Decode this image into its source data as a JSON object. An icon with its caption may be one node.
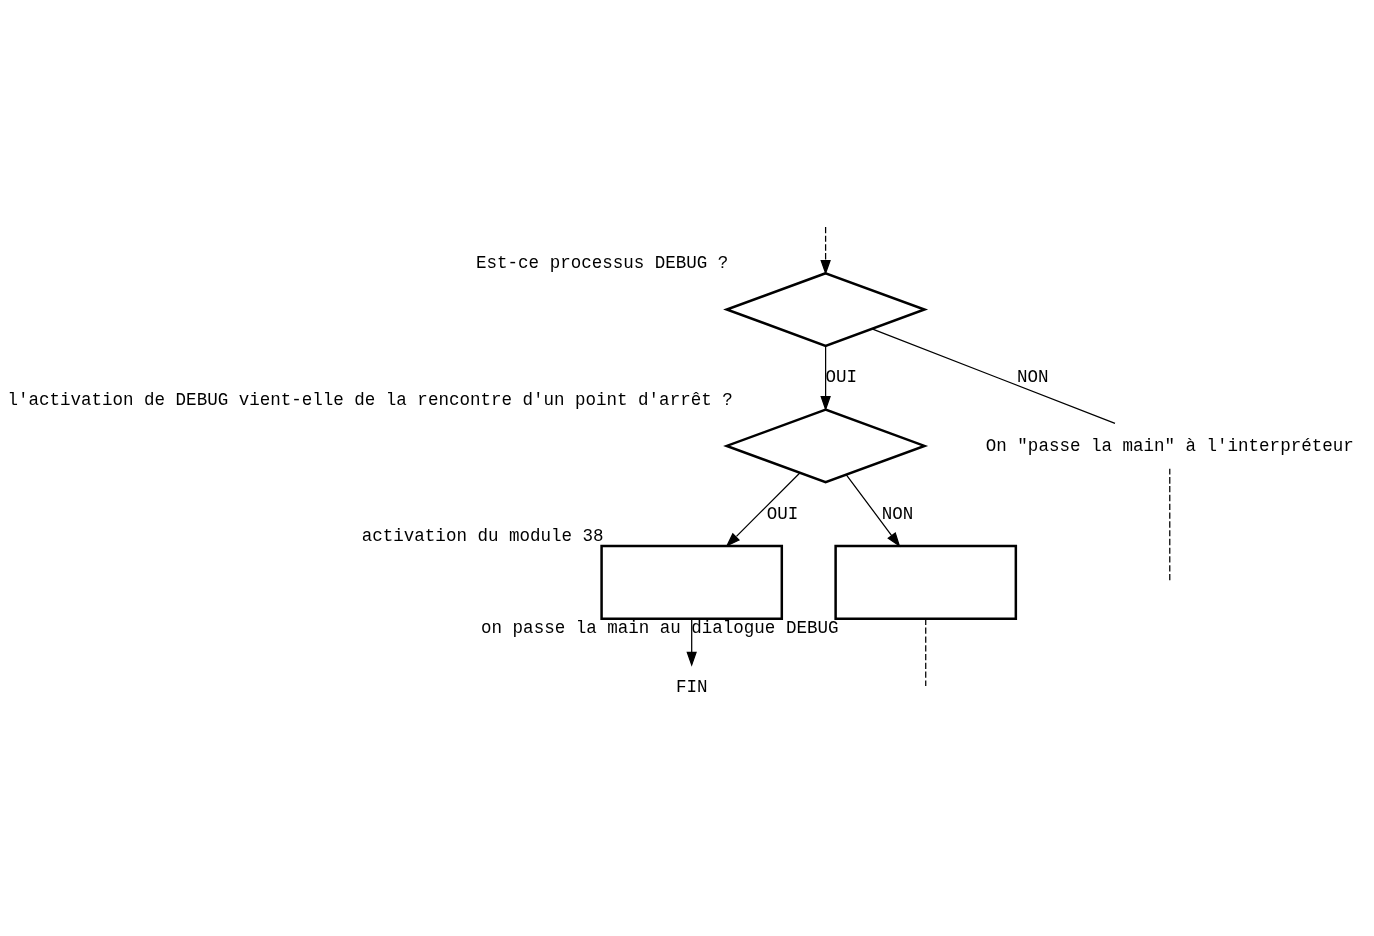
{
  "diagram": {
    "nodes": [
      {
        "text": [],
        "shape": "diamond",
        "beside": [
          "Est-ce processus DEBUG ?"
        ]
      },
      {
        "text": [],
        "shape": "diamond",
        "beside": [
          "l'activation de DEBUG vient-elle de la rencontre d'un point d'arrêt ?"
        ]
      },
      {
        "text": [],
        "shape": "box",
        "beside": [
          "activation du module 38"
        ]
      },
      {
        "text": [
          "FIN"
        ]
      },
      {
        "text": [],
        "shape": "box",
        "beside": [
          "on passe la main au dialogue DEBUG"
        ]
      },
      {
        "text": [
          "On \"passe la main\" à l'interpréteur"
        ]
      }
    ],
    "edges": [
      {
        "from": null,
        "to": 0,
        "arrow": "to",
        "style": "dashed"
      },
      {
        "from": 0,
        "to": 5,
        "arrow": "none",
        "label": "NON"
      },
      {
        "from": 5,
        "to": null,
        "arrow": "none",
        "style": "dashed"
      },
      {
        "from": 0,
        "to": 1,
        "arrow": "to",
        "label": "OUI"
      },
      {
        "from": 1,
        "to": 4,
        "arrow": "to",
        "label": "NON"
      },
      {
        "from": 1,
        "to": 2,
        "arrow": "to",
        "label": "OUI"
      },
      {
        "from": 2,
        "to": 3,
        "arrow": "to"
      },
      {
        "from": 4,
        "to": null,
        "arrow": "none",
        "style": "dashed"
      }
    ]
  }
}
